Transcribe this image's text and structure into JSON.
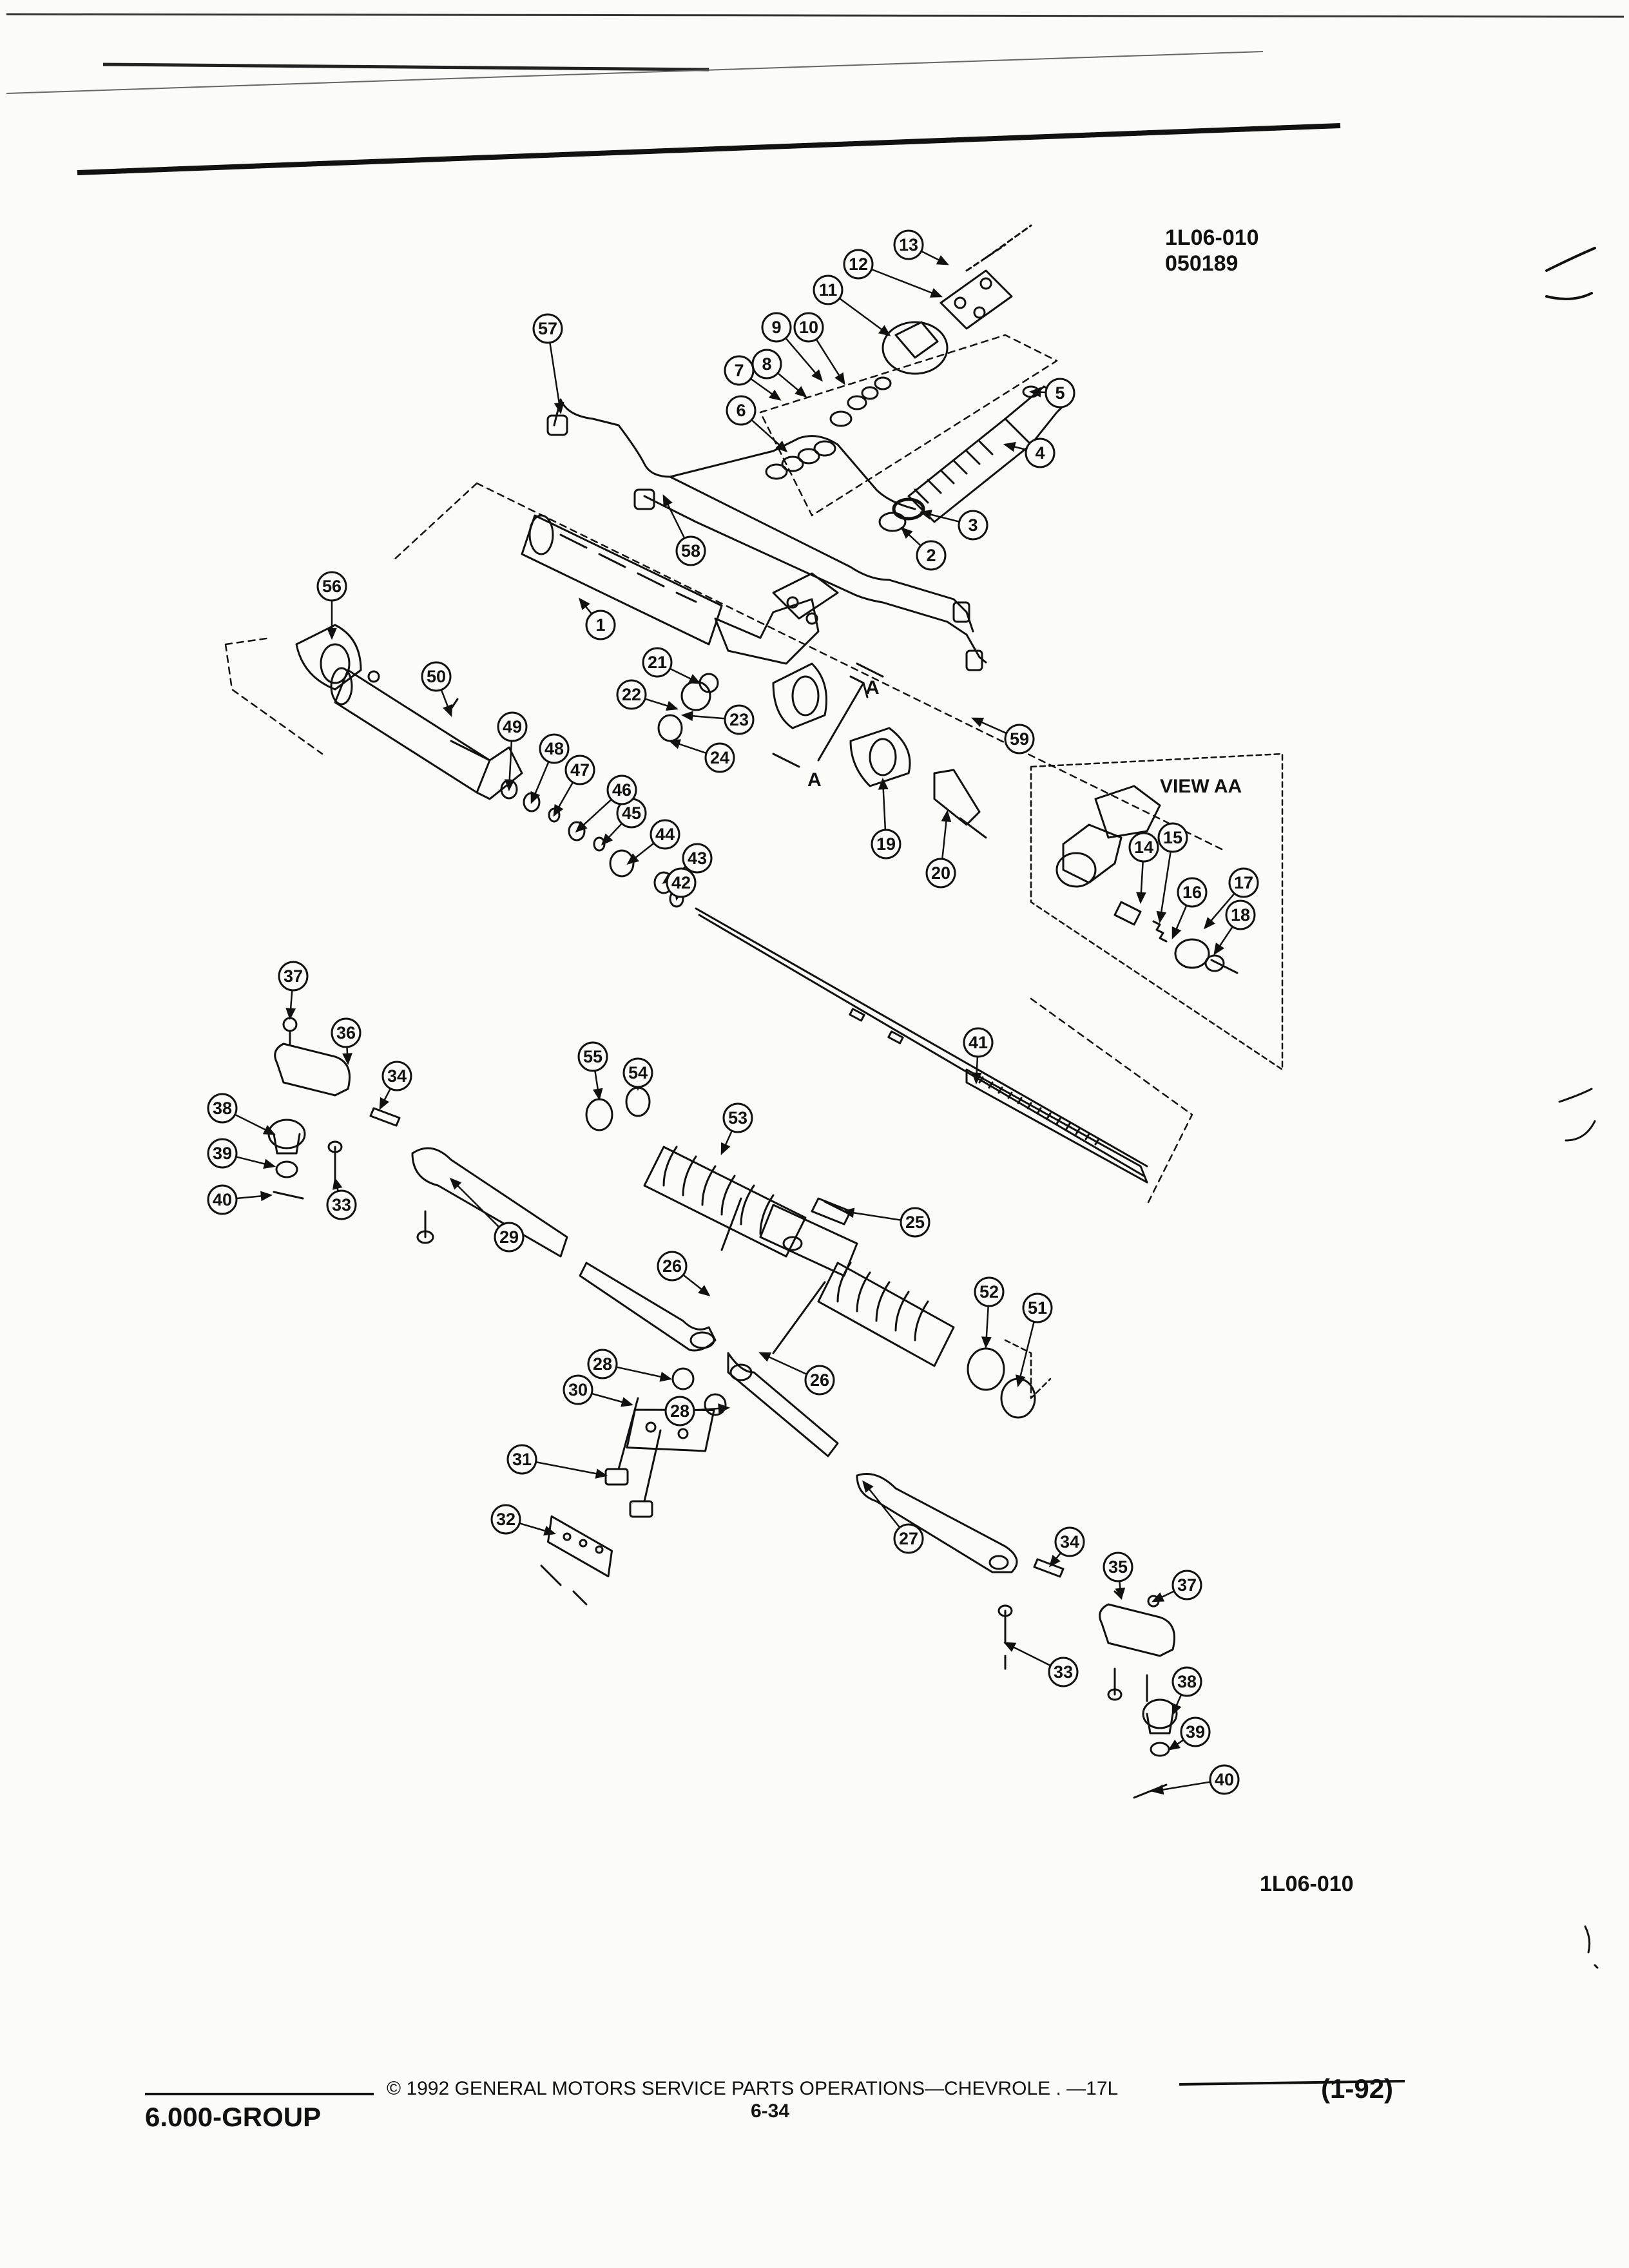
{
  "header": {
    "figure_code": "1L06-010",
    "figure_date": "050189"
  },
  "diagram": {
    "view_title": "VIEW AA",
    "section_letter": "A",
    "caption": "1L06-010",
    "callouts": [
      "1",
      "2",
      "3",
      "4",
      "5",
      "6",
      "7",
      "8",
      "9",
      "10",
      "11",
      "12",
      "13",
      "14",
      "15",
      "16",
      "17",
      "18",
      "19",
      "20",
      "21",
      "22",
      "23",
      "24",
      "25",
      "26",
      "26",
      "27",
      "28",
      "28",
      "29",
      "30",
      "31",
      "32",
      "33",
      "33",
      "34",
      "34",
      "35",
      "36",
      "37",
      "37",
      "38",
      "38",
      "39",
      "39",
      "40",
      "40",
      "41",
      "42",
      "43",
      "44",
      "45",
      "46",
      "47",
      "48",
      "49",
      "50",
      "51",
      "52",
      "53",
      "54",
      "55",
      "56",
      "57",
      "58",
      "59"
    ]
  },
  "footer": {
    "copyright": "© 1992 GENERAL MOTORS SERVICE PARTS OPERATIONS—CHEVROLE . —17L",
    "page_number": "6-34",
    "group": "6.000-GROUP",
    "revision": "(1-92)"
  }
}
